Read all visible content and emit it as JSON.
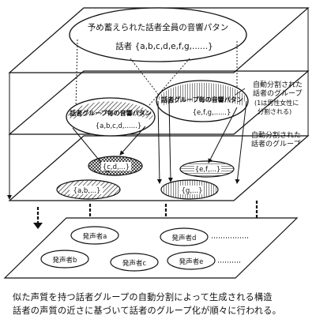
{
  "top_plane": {
    "title": "予め蓄えられた話者全員の音響パタン",
    "set_label": "話者 {a,b,c,d,e,f,g,......}"
  },
  "middle_plane": {
    "side_label": [
      "自動分割された",
      "話者のグループ"
    ],
    "side_note": [
      "(1は男性女性に",
      "分割される)"
    ],
    "group_left_title": "話者グループ毎の音響パタン",
    "group_left_set": "{a,b,c,d,......}",
    "group_right_title": "話者グループ毎の音響パタン",
    "group_right_set": "{e,f,g,......}"
  },
  "lower_plane": {
    "side_label": [
      "自動分割された",
      "話者のグループ"
    ],
    "groups": {
      "cd": "{c,d,...}",
      "ef": "{e,f,...}",
      "ab": "{a,b,...}",
      "g": "{g,...}"
    }
  },
  "speakers_plane": {
    "speakers": {
      "a": "発声者a",
      "d": "発声者d",
      "b": "発声者b",
      "c": "発声者c",
      "e": "発声者e"
    }
  },
  "caption": {
    "line1": "似た声質を持つ話者グループの自動分割によって生成される構造",
    "line2": "話者の声質の近さに基づいて話者のグループ化が順々に行われる。"
  }
}
